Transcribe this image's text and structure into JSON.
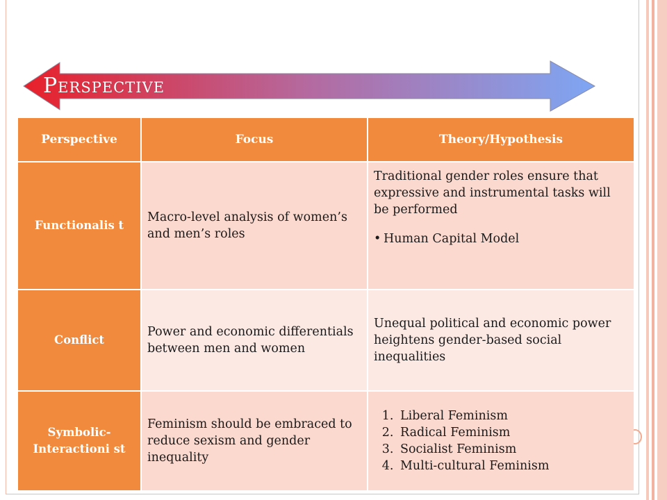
{
  "slide": {
    "title_fragment": "T",
    "title": "Perspective"
  },
  "colors": {
    "header_orange": "#f28a3e",
    "row_light": "#fcd9cf",
    "row_lighter": "#fde9e4",
    "arrow_left": "#e8202a",
    "arrow_right": "#7ea6f4"
  },
  "table": {
    "headers": [
      "Perspective",
      "Focus",
      "Theory/Hypothesis"
    ],
    "rows": [
      {
        "perspective": "Functionalis t",
        "focus": "Macro-level analysis of women’s and men’s roles",
        "theory": "Traditional gender roles ensure that expressive and instrumental tasks will be performed",
        "bullet": "Human Capital Model"
      },
      {
        "perspective": "Conflict",
        "focus": "Power and economic differentials between men and women",
        "theory": "Unequal political and economic power heightens gender-based social inequalities"
      },
      {
        "perspective": "Symbolic-Interactioni st",
        "focus": "Feminism should be embraced to reduce sexism and gender inequality",
        "theory_list": [
          "Liberal Feminism",
          "Radical Feminism",
          "Socialist Feminism",
          "Multi-cultural Feminism"
        ]
      }
    ]
  }
}
